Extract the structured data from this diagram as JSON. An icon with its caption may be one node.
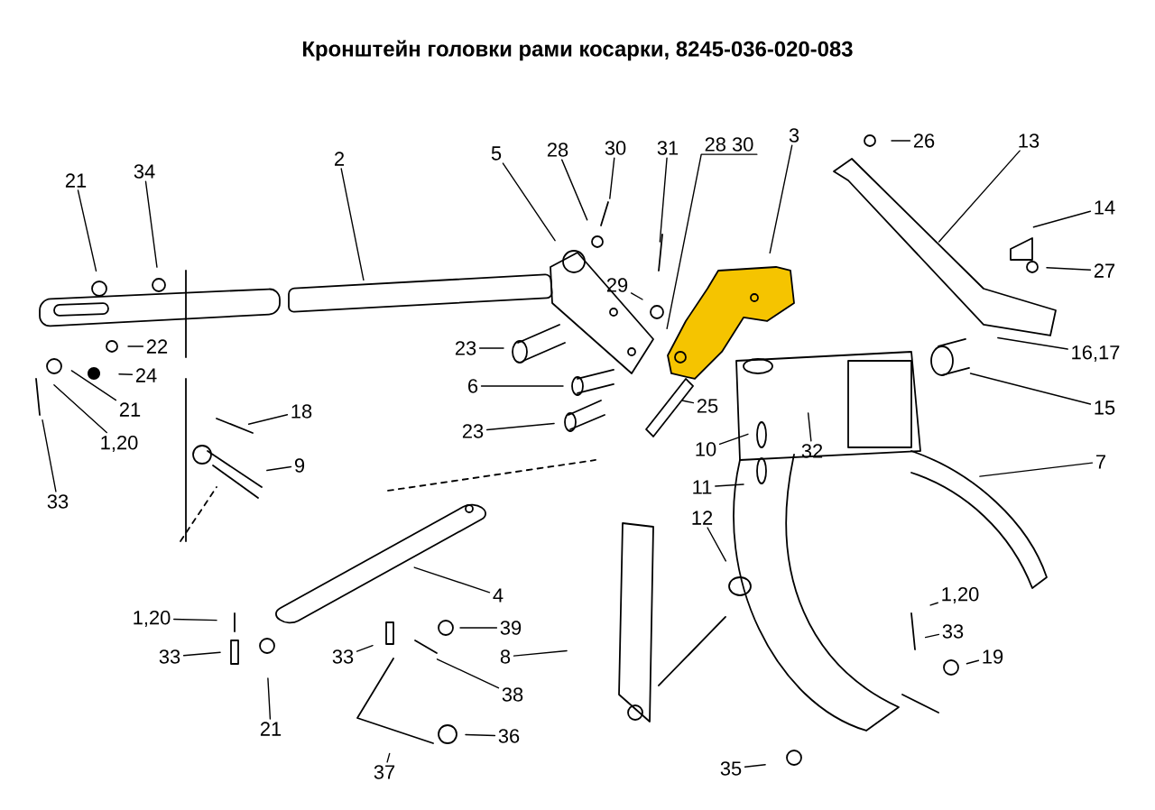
{
  "diagram": {
    "title": "Кронштейн головки рами косарки, 8245-036-020-083",
    "nodes": [
      {
        "text": [
          "21"
        ]
      },
      {
        "text": [
          "34"
        ]
      },
      {
        "text": [
          "2"
        ]
      },
      {
        "text": [
          "5"
        ]
      },
      {
        "text": [
          "28"
        ]
      },
      {
        "text": [
          "30"
        ]
      },
      {
        "text": [
          "31"
        ]
      },
      {
        "text": [
          "28 30"
        ]
      },
      {
        "text": [
          "3"
        ]
      },
      {
        "text": [
          "26"
        ]
      },
      {
        "text": [
          "13"
        ]
      },
      {
        "text": [
          "14"
        ]
      },
      {
        "text": [
          "27"
        ]
      },
      {
        "text": [
          "16,17"
        ]
      },
      {
        "text": [
          "15"
        ]
      },
      {
        "text": [
          "7"
        ]
      },
      {
        "text": [
          "29"
        ]
      },
      {
        "text": [
          "23"
        ]
      },
      {
        "text": [
          "6"
        ]
      },
      {
        "text": [
          "23"
        ]
      },
      {
        "text": [
          "25"
        ]
      },
      {
        "text": [
          "10"
        ]
      },
      {
        "text": [
          "32"
        ]
      },
      {
        "text": [
          "11"
        ]
      },
      {
        "text": [
          "12"
        ]
      },
      {
        "text": [
          "22"
        ]
      },
      {
        "text": [
          "24"
        ]
      },
      {
        "text": [
          "21"
        ]
      },
      {
        "text": [
          "1,20"
        ]
      },
      {
        "text": [
          "33"
        ]
      },
      {
        "text": [
          "18"
        ]
      },
      {
        "text": [
          "9"
        ]
      },
      {
        "text": [
          "4"
        ]
      },
      {
        "text": [
          "1,20"
        ]
      },
      {
        "text": [
          "33"
        ]
      },
      {
        "text": [
          "21"
        ]
      },
      {
        "text": [
          "33"
        ]
      },
      {
        "text": [
          "39"
        ]
      },
      {
        "text": [
          "8"
        ]
      },
      {
        "text": [
          "38"
        ]
      },
      {
        "text": [
          "36"
        ]
      },
      {
        "text": [
          "37"
        ]
      },
      {
        "text": [
          "35"
        ]
      },
      {
        "text": [
          "1,20"
        ]
      },
      {
        "text": [
          "33"
        ]
      },
      {
        "text": [
          "19"
        ]
      }
    ],
    "edges": [
      {
        "from": 0,
        "to": null,
        "arrow": "none"
      },
      {
        "from": 1,
        "to": null,
        "arrow": "none"
      },
      {
        "from": 2,
        "to": null,
        "arrow": "none"
      },
      {
        "from": 3,
        "to": null,
        "arrow": "none"
      },
      {
        "from": 4,
        "to": null,
        "arrow": "none"
      },
      {
        "from": 5,
        "to": null,
        "arrow": "none"
      },
      {
        "from": 6,
        "to": null,
        "arrow": "none"
      },
      {
        "from": 7,
        "to": null,
        "arrow": "none"
      },
      {
        "from": 8,
        "to": null,
        "arrow": "none"
      },
      {
        "from": 9,
        "to": null,
        "arrow": "none"
      },
      {
        "from": 10,
        "to": null,
        "arrow": "none"
      },
      {
        "from": 11,
        "to": null,
        "arrow": "none"
      },
      {
        "from": 12,
        "to": null,
        "arrow": "none"
      },
      {
        "from": 13,
        "to": null,
        "arrow": "none"
      },
      {
        "from": 14,
        "to": null,
        "arrow": "none"
      },
      {
        "from": 15,
        "to": null,
        "arrow": "none"
      },
      {
        "from": 16,
        "to": null,
        "arrow": "none"
      },
      {
        "from": 17,
        "to": null,
        "arrow": "none"
      },
      {
        "from": 18,
        "to": null,
        "arrow": "none"
      },
      {
        "from": 19,
        "to": null,
        "arrow": "none"
      },
      {
        "from": 20,
        "to": null,
        "arrow": "none"
      },
      {
        "from": 21,
        "to": null,
        "arrow": "none"
      },
      {
        "from": 22,
        "to": null,
        "arrow": "none"
      },
      {
        "from": 23,
        "to": null,
        "arrow": "none"
      },
      {
        "from": 24,
        "to": null,
        "arrow": "none"
      },
      {
        "from": 25,
        "to": null,
        "arrow": "none"
      },
      {
        "from": 26,
        "to": null,
        "arrow": "none"
      },
      {
        "from": 27,
        "to": null,
        "arrow": "none"
      },
      {
        "from": 28,
        "to": null,
        "arrow": "none"
      },
      {
        "from": 29,
        "to": null,
        "arrow": "none"
      },
      {
        "from": 30,
        "to": null,
        "arrow": "none"
      },
      {
        "from": 31,
        "to": null,
        "arrow": "none"
      },
      {
        "from": 32,
        "to": null,
        "arrow": "none"
      },
      {
        "from": 33,
        "to": null,
        "arrow": "none"
      },
      {
        "from": 34,
        "to": null,
        "arrow": "none"
      },
      {
        "from": 35,
        "to": null,
        "arrow": "none"
      },
      {
        "from": 36,
        "to": null,
        "arrow": "none"
      },
      {
        "from": 37,
        "to": null,
        "arrow": "none"
      },
      {
        "from": 38,
        "to": null,
        "arrow": "none"
      },
      {
        "from": 39,
        "to": null,
        "arrow": "none"
      },
      {
        "from": 40,
        "to": null,
        "arrow": "none"
      },
      {
        "from": 41,
        "to": null,
        "arrow": "none"
      },
      {
        "from": 42,
        "to": null,
        "arrow": "none"
      },
      {
        "from": 43,
        "to": null,
        "arrow": "none"
      },
      {
        "from": 44,
        "to": null,
        "arrow": "none"
      },
      {
        "from": 45,
        "to": null,
        "arrow": "none"
      }
    ]
  }
}
